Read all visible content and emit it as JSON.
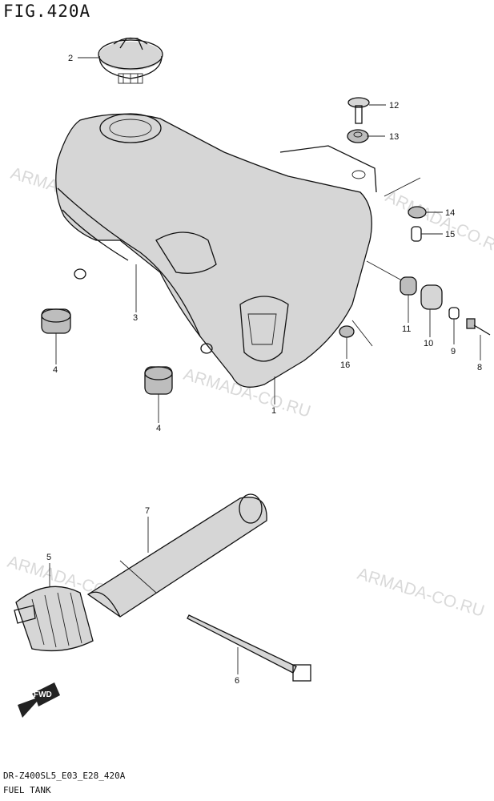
{
  "title": "FIG.420A",
  "footer": {
    "code": "DR-Z400SL5_E03_E28_420A",
    "name": "FUEL TANK"
  },
  "watermark": "ARMADA-CO.RU",
  "fwd": "FWD",
  "callouts": {
    "c1": "1",
    "c2": "2",
    "c3": "3",
    "c4a": "4",
    "c4b": "4",
    "c5": "5",
    "c6": "6",
    "c7": "7",
    "c8": "8",
    "c9": "9",
    "c10": "10",
    "c11": "11",
    "c12": "12",
    "c13": "13",
    "c14": "14",
    "c15": "15",
    "c16": "16"
  }
}
